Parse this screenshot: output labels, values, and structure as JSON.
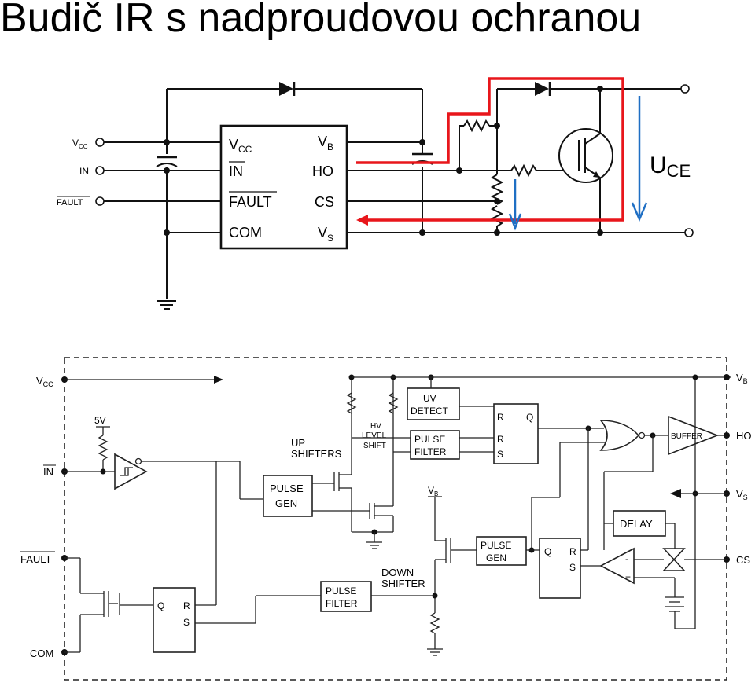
{
  "title": "Budič IR s nadproudovou ochranou",
  "top_circuit": {
    "pins_left": [
      "V",
      "IN",
      "FAULT"
    ],
    "vcc_sub": "CC",
    "ic_left": [
      "V",
      "IN",
      "FAULT",
      "COM"
    ],
    "ic_vcc_sub": "CC",
    "ic_right": [
      "V",
      "HO",
      "CS",
      "V"
    ],
    "ic_vb_sub": "B",
    "ic_vs_sub": "S",
    "uce_main": "U",
    "uce_sub": "CE",
    "colors": {
      "red_path": "#e8161b",
      "blue_arrow": "#1f6fc4"
    }
  },
  "block_diagram": {
    "pins_left": [
      "V",
      "5V",
      "IN",
      "FAULT",
      "COM"
    ],
    "vcc_sub": "CC",
    "pins_right": [
      "V",
      "HO",
      "V",
      "CS"
    ],
    "vb_sub": "B",
    "vs_sub": "S",
    "inner_vb": "V",
    "inner_vb_sub": "B",
    "up_shifters": [
      "UP",
      "SHIFTERS"
    ],
    "hv_level_shift": [
      "HV",
      "LEVEL",
      "SHIFT"
    ],
    "down_shifter": [
      "DOWN",
      "SHIFTER"
    ],
    "pulse_gen_1": [
      "PULSE",
      "GEN"
    ],
    "pulse_gen_2": [
      "PULSE",
      "GEN"
    ],
    "uv_detect": [
      "UV",
      "DETECT"
    ],
    "pulse_filter_1": [
      "PULSE",
      "FILTER"
    ],
    "pulse_filter_2": [
      "PULSE",
      "FILTER"
    ],
    "buffer": "BUFFER",
    "delay": "DELAY",
    "latch_top": [
      "R",
      "Q",
      "R",
      "S"
    ],
    "latch_mid": [
      "Q",
      "R",
      "S"
    ],
    "latch_bottom": [
      "Q",
      "R",
      "S"
    ],
    "comparator": [
      "-",
      "+"
    ]
  }
}
